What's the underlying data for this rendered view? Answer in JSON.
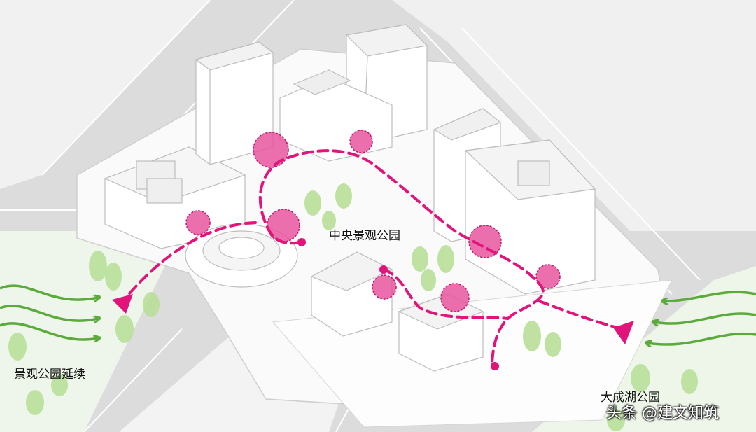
{
  "labels": {
    "central_park": "中央景观公园",
    "park_extension": "景观公园延续",
    "lake_park": "大成湖公园"
  },
  "watermark": "头条 @建文知筑",
  "colors": {
    "route": "#e0147a",
    "node_fill": "#e8559f",
    "wind_arrow": "#5aab3a",
    "tree": "#b9e09a",
    "road": "#d7d7d7",
    "ground": "#f7f7f7",
    "building": "#ffffff",
    "green_area": "#eef6ea"
  }
}
